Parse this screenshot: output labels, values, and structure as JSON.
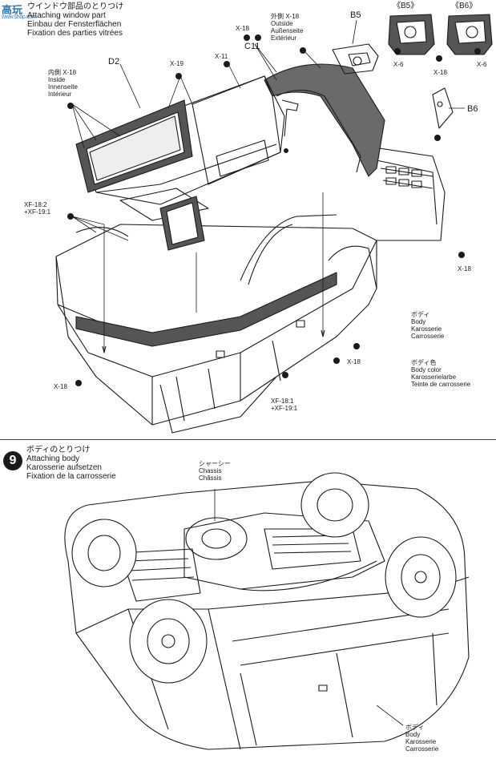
{
  "watermark": {
    "logo_chars": "高玩",
    "url": "www.shop.com"
  },
  "step8": {
    "title_lines": [
      "ウインドウ部品のとりつけ",
      "Attaching window part",
      "Einbau der Fensterflächen",
      "Fixation des parties vitrées"
    ],
    "labels": {
      "inside": [
        "内側 X-18",
        "Inside",
        "Innenseite",
        "Intérieur"
      ],
      "outside": [
        "外側 X-18",
        "Outside",
        "Außenseite",
        "Extérieur"
      ],
      "body": [
        "ボディ",
        "Body",
        "Karosserie",
        "Carrosserie"
      ],
      "body_color": [
        "ボディ色",
        "Body color",
        "Karosserielarbe",
        "Teinte de carrosserie"
      ],
      "xf_left": [
        "XF-18:2",
        "+XF-19:1"
      ],
      "xf_bottom": [
        "XF-18:1",
        "+XF-19:1"
      ]
    },
    "parts": {
      "d2": "D2",
      "c11": "C11",
      "b5": "B5",
      "b5_inset": "《B5》",
      "b6_inset": "《B6》",
      "b6": "B6",
      "x19": "X-19",
      "x11": "X-11",
      "x18_top": "X-18",
      "x6_left": "X-6",
      "x6_right": "X-6",
      "x18_inset": "X-18",
      "x18_right": "X-18",
      "x18_mid": "X-18",
      "x18_left": "X-18"
    }
  },
  "step9": {
    "number": "9",
    "title_lines": [
      "ボディのとりつけ",
      "Attaching body",
      "Karosserie aufsetzen",
      "Fixation de la carrosserie"
    ],
    "labels": {
      "chassis": [
        "シャーシー",
        "Chassis",
        "Châssis"
      ],
      "body": [
        "ボディ",
        "Body",
        "Karosserie",
        "Carrosserie"
      ]
    }
  }
}
